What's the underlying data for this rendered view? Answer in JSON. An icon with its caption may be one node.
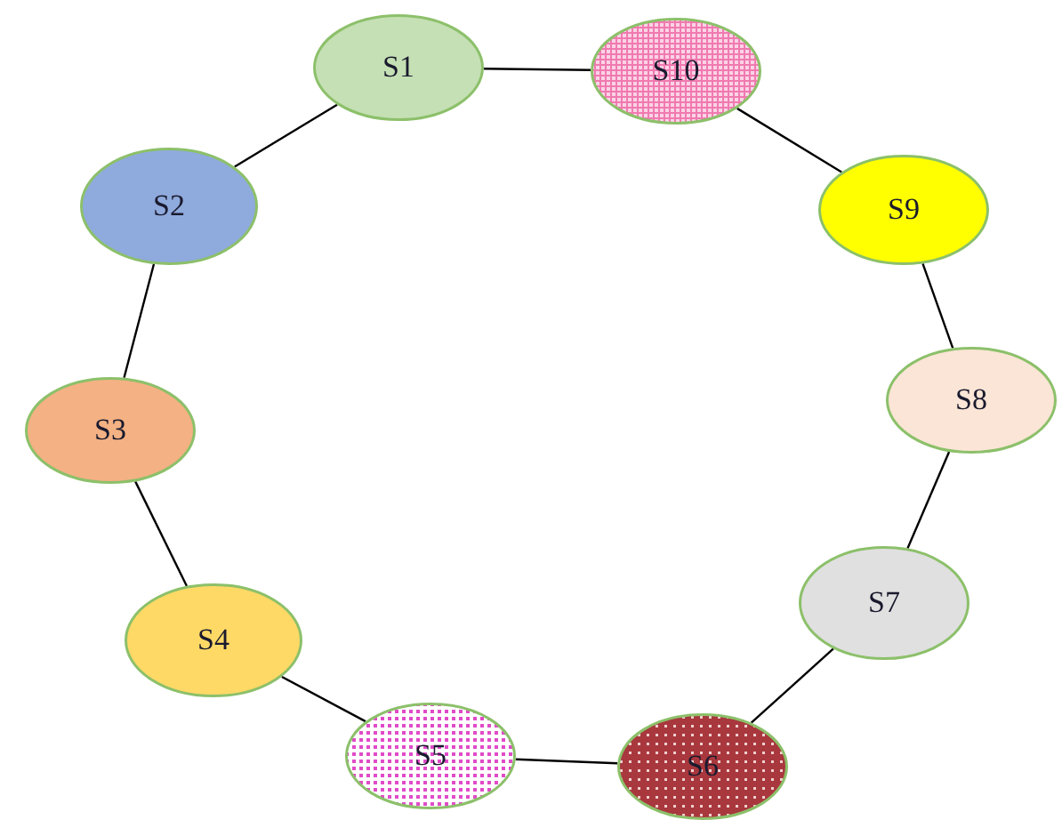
{
  "diagram": {
    "nodes": [
      {
        "text": [
          "S1"
        ]
      },
      {
        "text": [
          "S2"
        ]
      },
      {
        "text": [
          "S3"
        ]
      },
      {
        "text": [
          "S4"
        ]
      },
      {
        "text": [
          "S5"
        ]
      },
      {
        "text": [
          "S6"
        ]
      },
      {
        "text": [
          "S7"
        ]
      },
      {
        "text": [
          "S8"
        ]
      },
      {
        "text": [
          "S9"
        ]
      },
      {
        "text": [
          "S10"
        ]
      }
    ],
    "edges": [
      {
        "from": 0,
        "to": 9,
        "arrow": "none"
      },
      {
        "from": 0,
        "to": 1,
        "arrow": "none"
      },
      {
        "from": 1,
        "to": 2,
        "arrow": "none"
      },
      {
        "from": 2,
        "to": 3,
        "arrow": "none"
      },
      {
        "from": 3,
        "to": 4,
        "arrow": "none"
      },
      {
        "from": 4,
        "to": 5,
        "arrow": "none"
      },
      {
        "from": 5,
        "to": 6,
        "arrow": "none"
      },
      {
        "from": 6,
        "to": 7,
        "arrow": "none"
      },
      {
        "from": 7,
        "to": 8,
        "arrow": "none"
      },
      {
        "from": 8,
        "to": 9,
        "arrow": "none"
      }
    ]
  }
}
